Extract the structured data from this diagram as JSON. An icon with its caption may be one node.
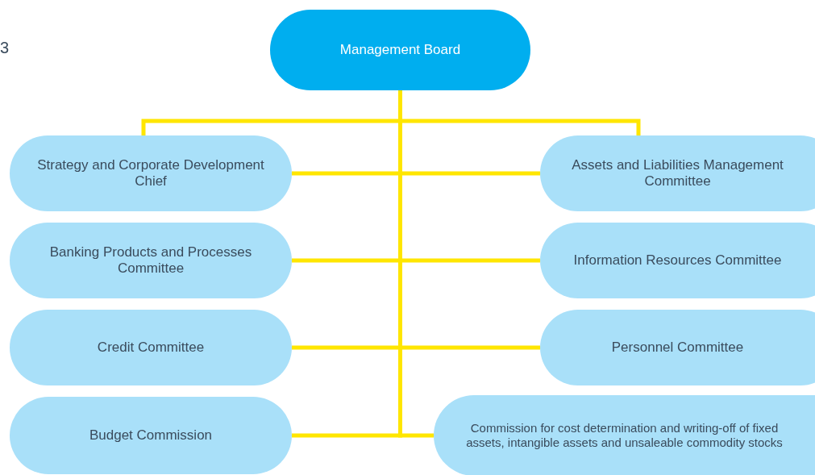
{
  "diagram": {
    "nodes": [
      {
        "text": [
          "Management Board"
        ]
      },
      {
        "text": [
          "Strategy and Corporate Development Chief"
        ]
      },
      {
        "text": [
          "Assets and Liabilities Management Committee"
        ]
      },
      {
        "text": [
          "Banking Products and Processes Committee"
        ]
      },
      {
        "text": [
          "Information Resources Committee"
        ]
      },
      {
        "text": [
          "Credit Committee"
        ]
      },
      {
        "text": [
          "Personnel Committee"
        ]
      },
      {
        "text": [
          "Budget Commission"
        ]
      },
      {
        "text": [
          "Commission for cost determination and writing-off of fixed assets, intangible assets and unsaleable commodity stocks"
        ]
      }
    ],
    "edges": [
      {
        "from": 0,
        "to": 1,
        "arrow": "none"
      },
      {
        "from": 0,
        "to": 2,
        "arrow": "none"
      },
      {
        "from": 0,
        "to": 3,
        "arrow": "none"
      },
      {
        "from": 0,
        "to": 4,
        "arrow": "none"
      },
      {
        "from": 0,
        "to": 5,
        "arrow": "none"
      },
      {
        "from": 0,
        "to": 6,
        "arrow": "none"
      },
      {
        "from": 0,
        "to": 7,
        "arrow": "none"
      },
      {
        "from": 0,
        "to": 8,
        "arrow": "none"
      }
    ],
    "labels": [
      "3"
    ]
  }
}
